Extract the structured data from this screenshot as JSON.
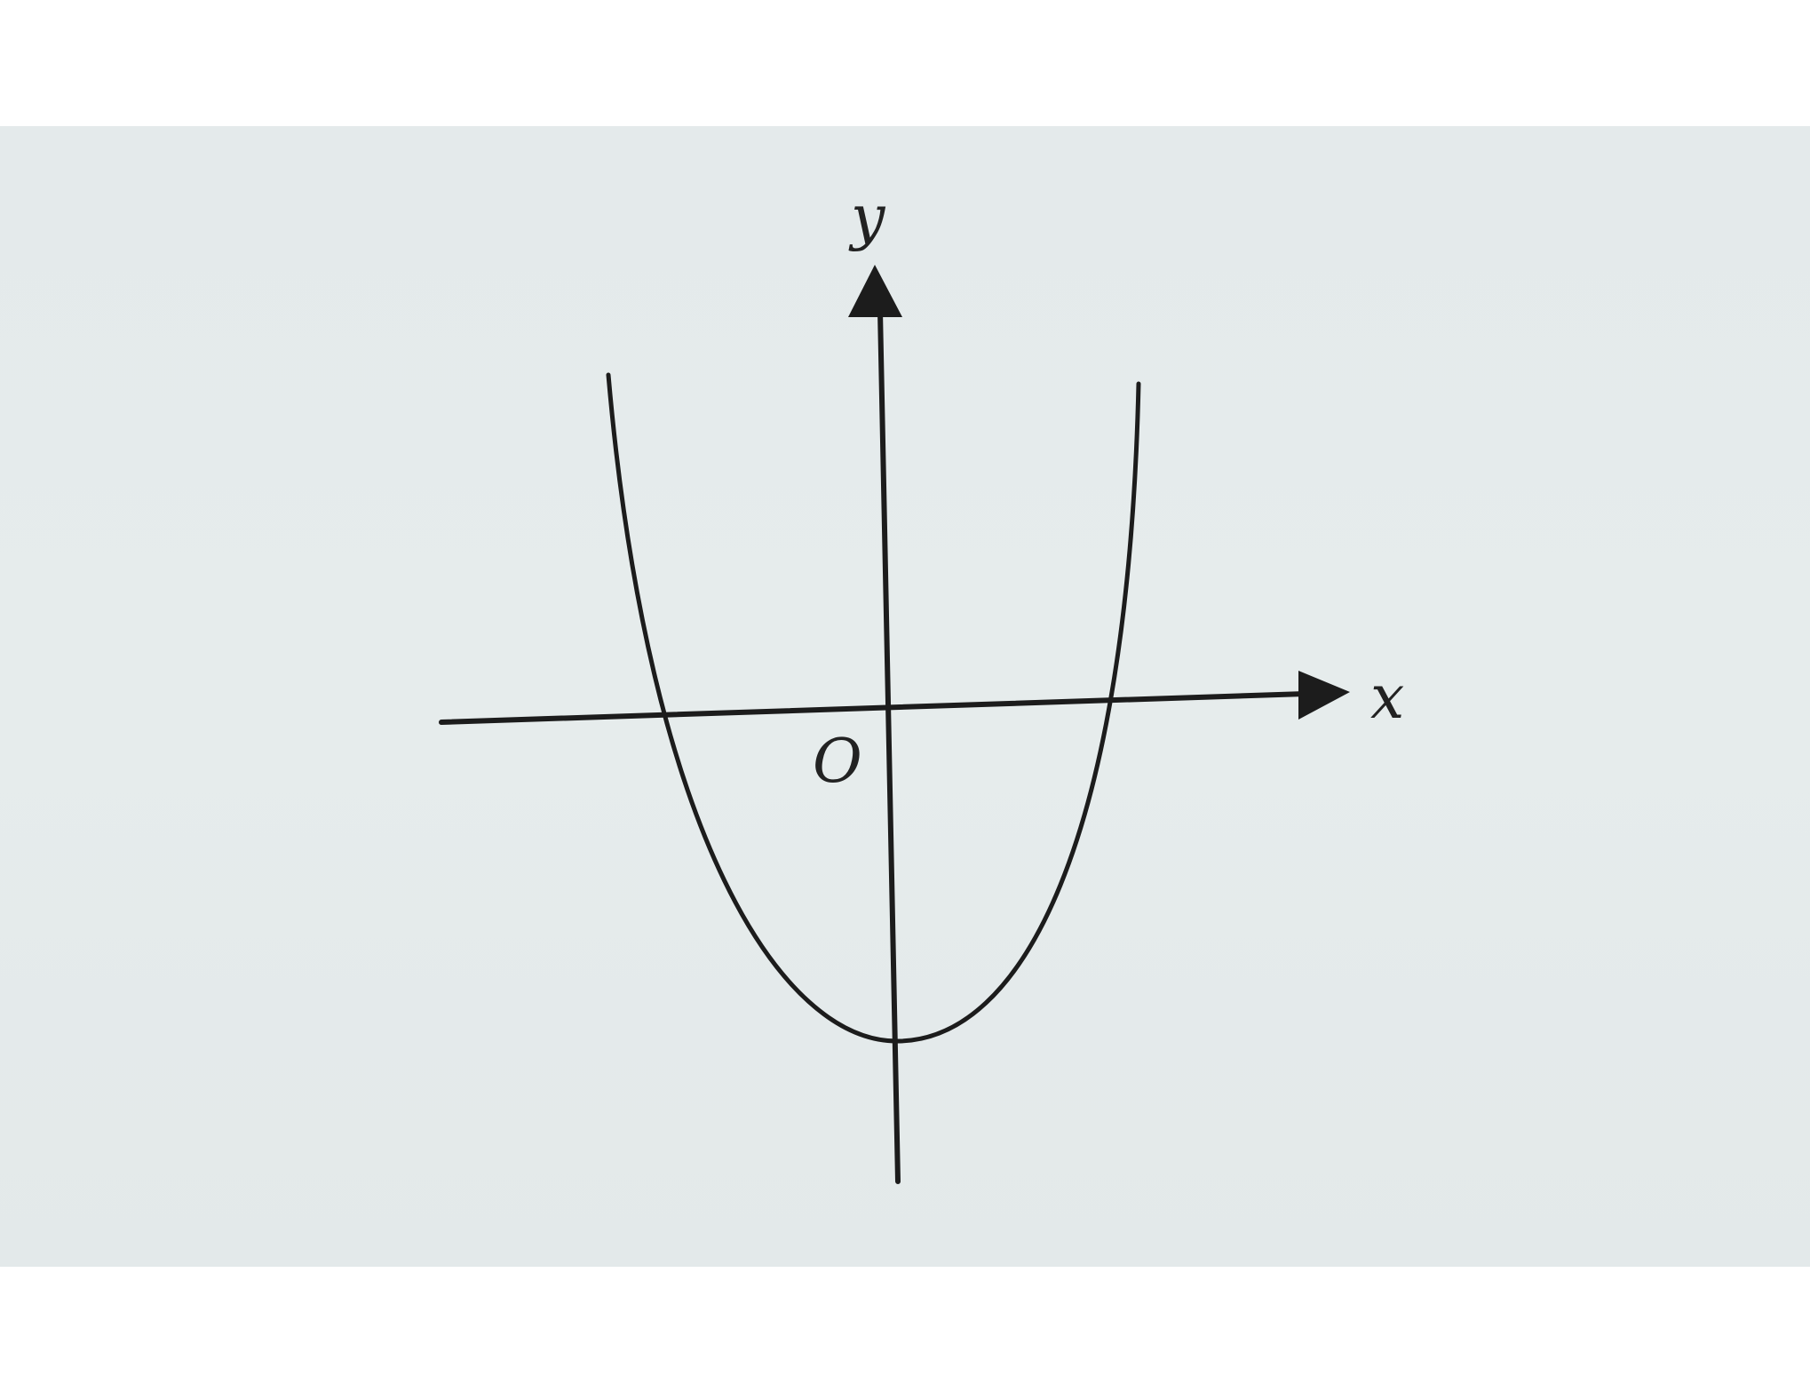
{
  "labels": {
    "x_axis": "x",
    "y_axis": "y",
    "origin": "O"
  },
  "colors": {
    "background": "#e5ebeb",
    "ink": "#1c1c1c"
  }
}
